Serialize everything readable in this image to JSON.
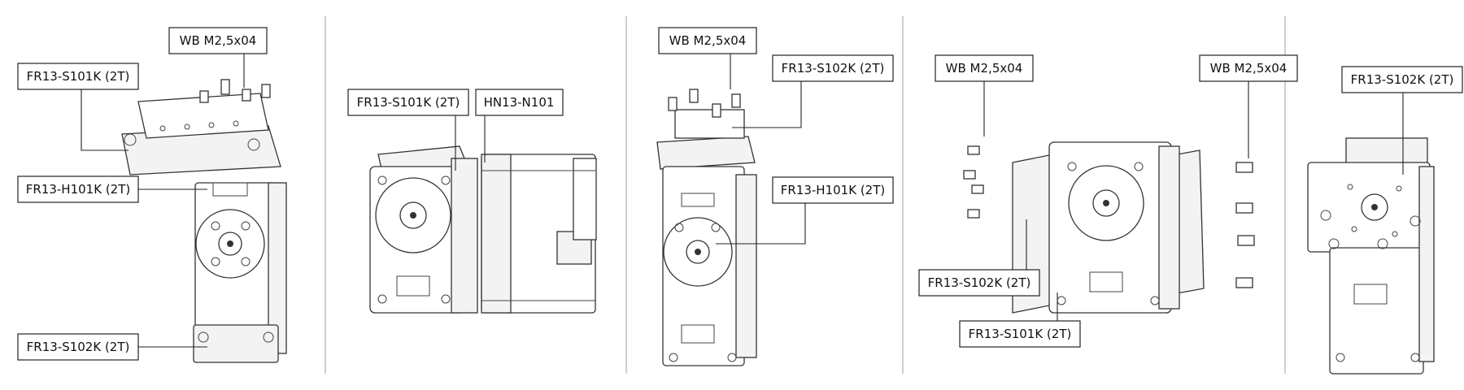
{
  "panels": [
    {
      "labels": [
        {
          "text": "WB M2,5x04"
        },
        {
          "text": "FR13-S101K (2T)"
        },
        {
          "text": "FR13-H101K (2T)"
        },
        {
          "text": "FR13-S102K (2T)"
        }
      ]
    },
    {
      "labels": [
        {
          "text": "FR13-S101K (2T)"
        },
        {
          "text": "HN13-N101"
        }
      ]
    },
    {
      "labels": [
        {
          "text": "WB M2,5x04"
        },
        {
          "text": "FR13-S102K (2T)"
        },
        {
          "text": "FR13-H101K (2T)"
        }
      ]
    },
    {
      "labels": [
        {
          "text": "WB M2,5x04"
        },
        {
          "text": "WB M2,5x04"
        },
        {
          "text": "FR13-S102K (2T)"
        },
        {
          "text": "FR13-S101K (2T)"
        }
      ]
    },
    {
      "labels": [
        {
          "text": "FR13-S102K (2T)"
        }
      ]
    }
  ]
}
